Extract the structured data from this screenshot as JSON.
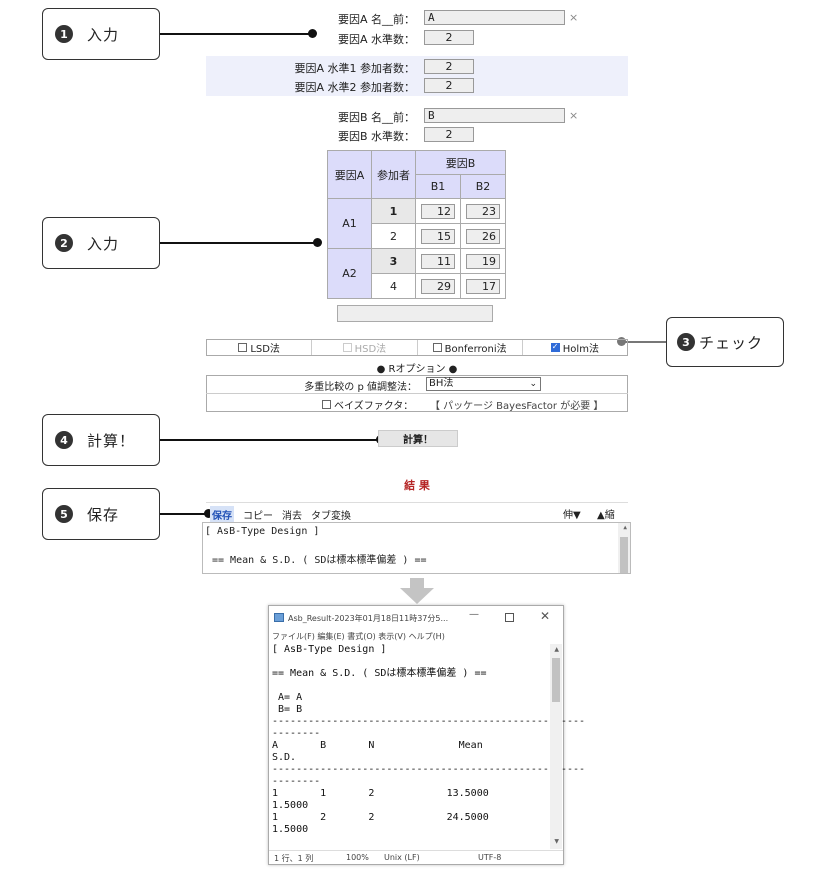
{
  "callouts": [
    {
      "num": "1",
      "label": "入力"
    },
    {
      "num": "2",
      "label": "入力"
    },
    {
      "num": "3",
      "label": "チェック"
    },
    {
      "num": "4",
      "label": "計算！"
    },
    {
      "num": "5",
      "label": "保存"
    }
  ],
  "factorA": {
    "name_label": "要因A 名__前：",
    "name_value": "A",
    "levels_label": "要因A 水準数：",
    "levels_value": "2",
    "clear": "×"
  },
  "participants": {
    "level1_label": "要因A 水準1 参加者数：",
    "level1_value": "2",
    "level2_label": "要因A 水準2 参加者数：",
    "level2_value": "2"
  },
  "factorB": {
    "name_label": "要因B 名__前：",
    "name_value": "B",
    "levels_label": "要因B 水準数：",
    "levels_value": "2",
    "clear": "×"
  },
  "table": {
    "h_factorA": "要因A",
    "h_participant": "参加者",
    "h_factorB": "要因B",
    "b1": "B1",
    "b2": "B2",
    "a1": "A1",
    "a2": "A2",
    "rows": [
      {
        "p": "1",
        "v1": "12",
        "v2": "23"
      },
      {
        "p": "2",
        "v1": "15",
        "v2": "26"
      },
      {
        "p": "3",
        "v1": "11",
        "v2": "19"
      },
      {
        "p": "4",
        "v1": "29",
        "v2": "17"
      }
    ]
  },
  "options": {
    "lsd": "LSD法",
    "hsd": "HSD法",
    "bonferroni": "Bonferroni法",
    "holm": "Holm法",
    "r_options": "● Rオプション ●",
    "pvalue_label": "多重比較の p 値調整法：",
    "pvalue_select": "BH法",
    "bayes_label": "ベイズファクタ：",
    "bayes_note": "【 パッケージ BayesFactor が必要 】"
  },
  "calc_button": "計算！",
  "result_title": "結 果",
  "toolbar": {
    "save": "保存",
    "copy": "コピー",
    "clear": "消去",
    "tab": "タブ変換",
    "expand": "伸▼",
    "shrink": "▲縮"
  },
  "result_lines": {
    "l1": "[ AsB-Type Design ]",
    "l2": "== Mean & S.D. ( SDは標本標準偏差 ) =="
  },
  "notepad": {
    "title": "Asb_Result-2023年01月18日11時37分5...",
    "menu": "ファイル(F)  編集(E)  書式(O)  表示(V)  ヘルプ(H)",
    "content": "[ AsB-Type Design ]\n\n== Mean & S.D. ( SDは標本標準偏差 ) ==\n\n A= A\n B= B\n----------------------------------------------------\n--------\nA       B       N              Mean\nS.D.\n----------------------------------------------------\n--------\n1       1       2            13.5000\n1.5000\n1       2       2            24.5000\n1.5000",
    "status_pos": "1 行、1 列",
    "status_zoom": "100%",
    "status_eol": "Unix (LF)",
    "status_enc": "UTF-8"
  }
}
